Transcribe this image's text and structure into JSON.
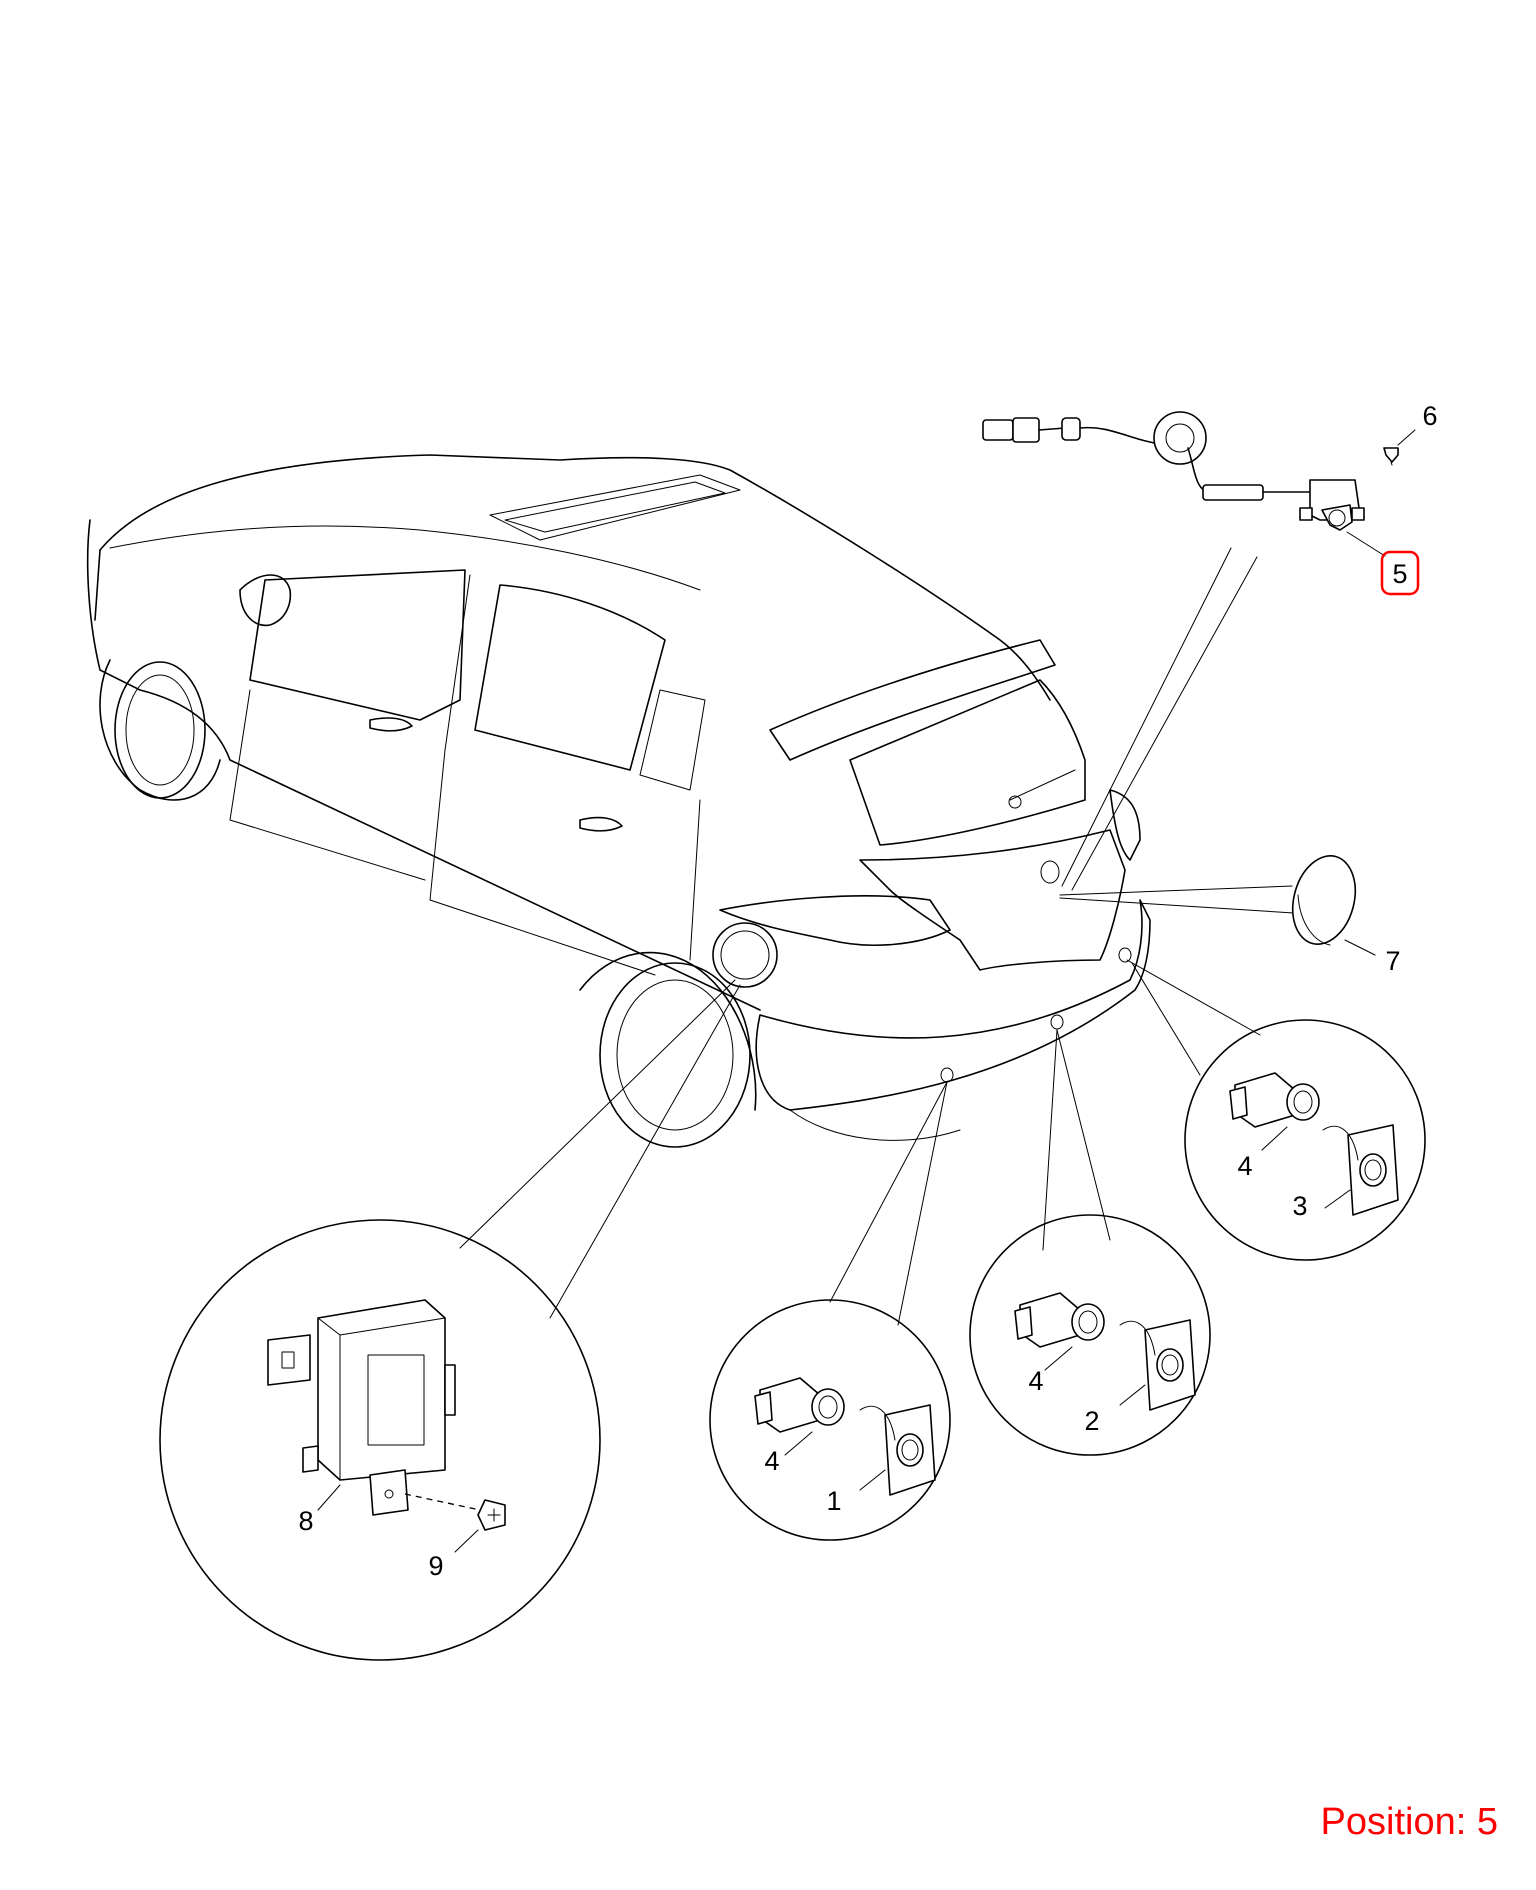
{
  "callouts": [
    {
      "id": "1",
      "label": "1"
    },
    {
      "id": "2",
      "label": "2"
    },
    {
      "id": "3",
      "label": "3"
    },
    {
      "id": "4",
      "label": "4"
    },
    {
      "id": "5",
      "label": "5"
    },
    {
      "id": "6",
      "label": "6"
    },
    {
      "id": "7",
      "label": "7"
    },
    {
      "id": "8",
      "label": "8"
    },
    {
      "id": "9",
      "label": "9"
    }
  ],
  "highlighted_callout": "5",
  "highlight_color": "#ff0000",
  "position_label": "Position: 5"
}
